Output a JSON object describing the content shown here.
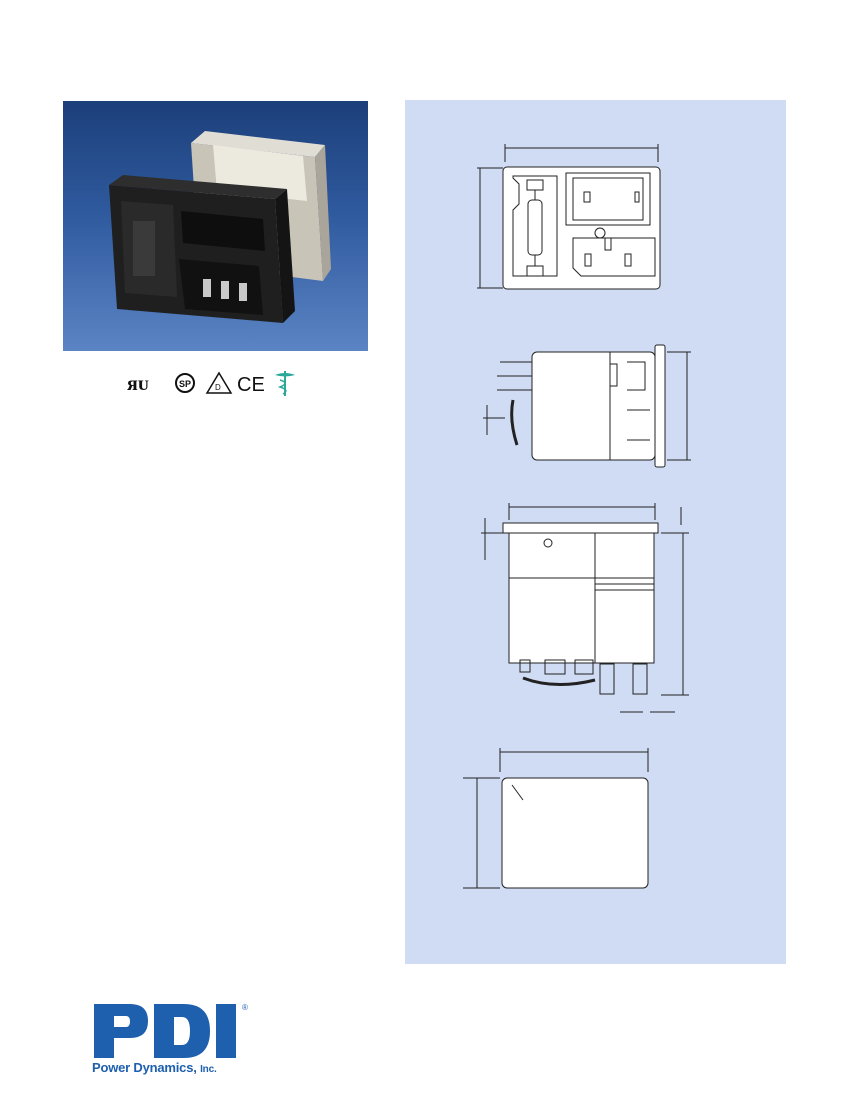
{
  "brand": {
    "name": "PDI",
    "registered": "®",
    "tagline": "Power Dynamics,",
    "tagline_suffix": "Inc.",
    "color": "#1e5fae"
  },
  "certifications": [
    {
      "icon": "ul-recognized-icon",
      "label": "ᴙᴜ"
    },
    {
      "icon": "csa-icon",
      "label": "SP"
    },
    {
      "icon": "semko-triangle-icon",
      "label": "D"
    },
    {
      "icon": "ce-mark-icon",
      "label": "CE"
    },
    {
      "icon": "medical-caduceus-icon",
      "label": ""
    }
  ],
  "colors": {
    "photo_bg_top": "#1c3f7a",
    "photo_bg_bottom": "#5b84c4",
    "drawing_bg": "#cfdcf4",
    "caduceus": "#2aa89a"
  },
  "product_photo": {
    "icon": "power-entry-module-photo"
  }
}
